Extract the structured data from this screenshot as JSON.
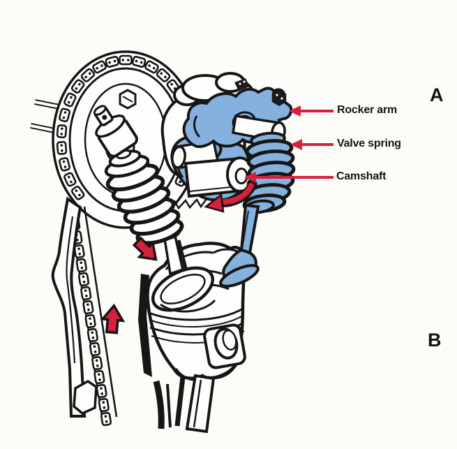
{
  "figure": {
    "type": "technical-illustration",
    "subject": "Overhead camshaft valve train with timing chain and piston cutaway",
    "colors": {
      "ink": "#171515",
      "paper": "#fcfcf9",
      "highlight_blue": "#84b1dd",
      "arrow_red": "#d6213c"
    },
    "callouts": [
      {
        "id": "rocker_arm",
        "label": "Rocker arm"
      },
      {
        "id": "valve_spring",
        "label": "Valve spring"
      },
      {
        "id": "camshaft",
        "label": "Camshaft"
      }
    ],
    "panel_letters": [
      {
        "id": "top",
        "text": "A"
      },
      {
        "id": "bottom",
        "text": "B"
      }
    ],
    "icons": [
      {
        "name": "leader-arrow-icon",
        "shape": "straight red arrow pointing left at labeled part"
      },
      {
        "name": "valve-motion-arrow-icon",
        "shape": "red block arrow pointing down-right at open valve"
      },
      {
        "name": "chain-motion-arrow-icon",
        "shape": "red block arrow pointing up along timing chain"
      },
      {
        "name": "camshaft-rotation-arrow-icon",
        "shape": "curved red arrow showing camshaft rotation"
      }
    ],
    "depicted_parts": [
      "timing sprocket",
      "timing chain",
      "chain guide",
      "tappet",
      "valve spring",
      "open valve",
      "piston",
      "wrist pin",
      "connecting rod",
      "camshaft",
      "rocker arm",
      "closed valve (highlighted blue)"
    ]
  }
}
